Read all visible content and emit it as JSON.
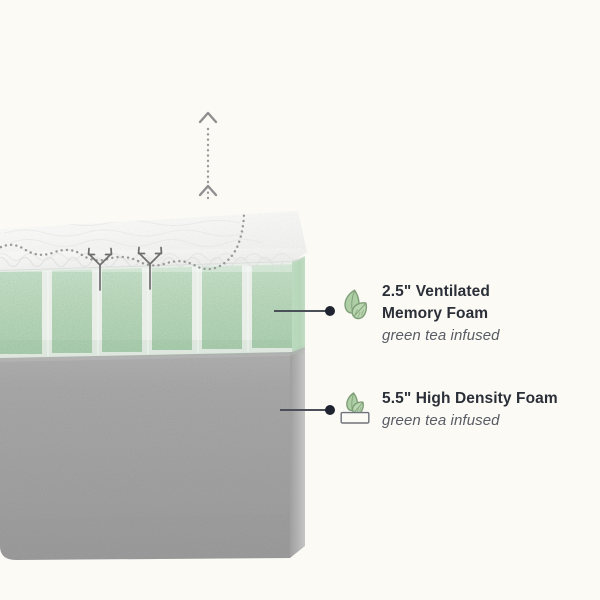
{
  "background_color": "#fbfaf5",
  "product": {
    "type": "mattress-cutaway-diagram",
    "layers": [
      {
        "id": "cover",
        "name": "quilted-cover",
        "color": "#f4f4f2"
      },
      {
        "id": "memory-foam",
        "name": "ventilated-memory-foam",
        "thickness": "2.5\"",
        "color": "#bcdcc0",
        "ventilation_channels": 5
      },
      {
        "id": "high-density-foam",
        "name": "high-density-foam",
        "thickness": "5.5\"",
        "color": "#a8a8a8"
      }
    ]
  },
  "callouts": [
    {
      "icon": "two-leaves-icon",
      "title_line1": "2.5\" Ventilated",
      "title_line2": "Memory Foam",
      "subtitle": "green tea infused",
      "leaf_color": "#aecfa6",
      "leaf_outline": "#7f9e78"
    },
    {
      "icon": "leaf-on-foam-block-icon",
      "title_line1": "5.5\" High Density Foam",
      "title_line2": "",
      "subtitle": "green tea infused",
      "leaf_color": "#aecfa6",
      "leaf_outline": "#7f9e78"
    }
  ],
  "airflow": {
    "label": "airflow-indicator",
    "arrow_color": "#8a8a8a",
    "dotted_line_color": "#9a9a9a",
    "vertical_arrow_count": 2,
    "surface_arrow_count": 2
  },
  "colors": {
    "text_primary": "#2b2f38",
    "text_secondary": "#585c64",
    "connector": "#4a4f58",
    "foam_green": "#bcdcc0",
    "foam_gray": "#a8a8a8",
    "cover_white": "#f4f4f2"
  }
}
